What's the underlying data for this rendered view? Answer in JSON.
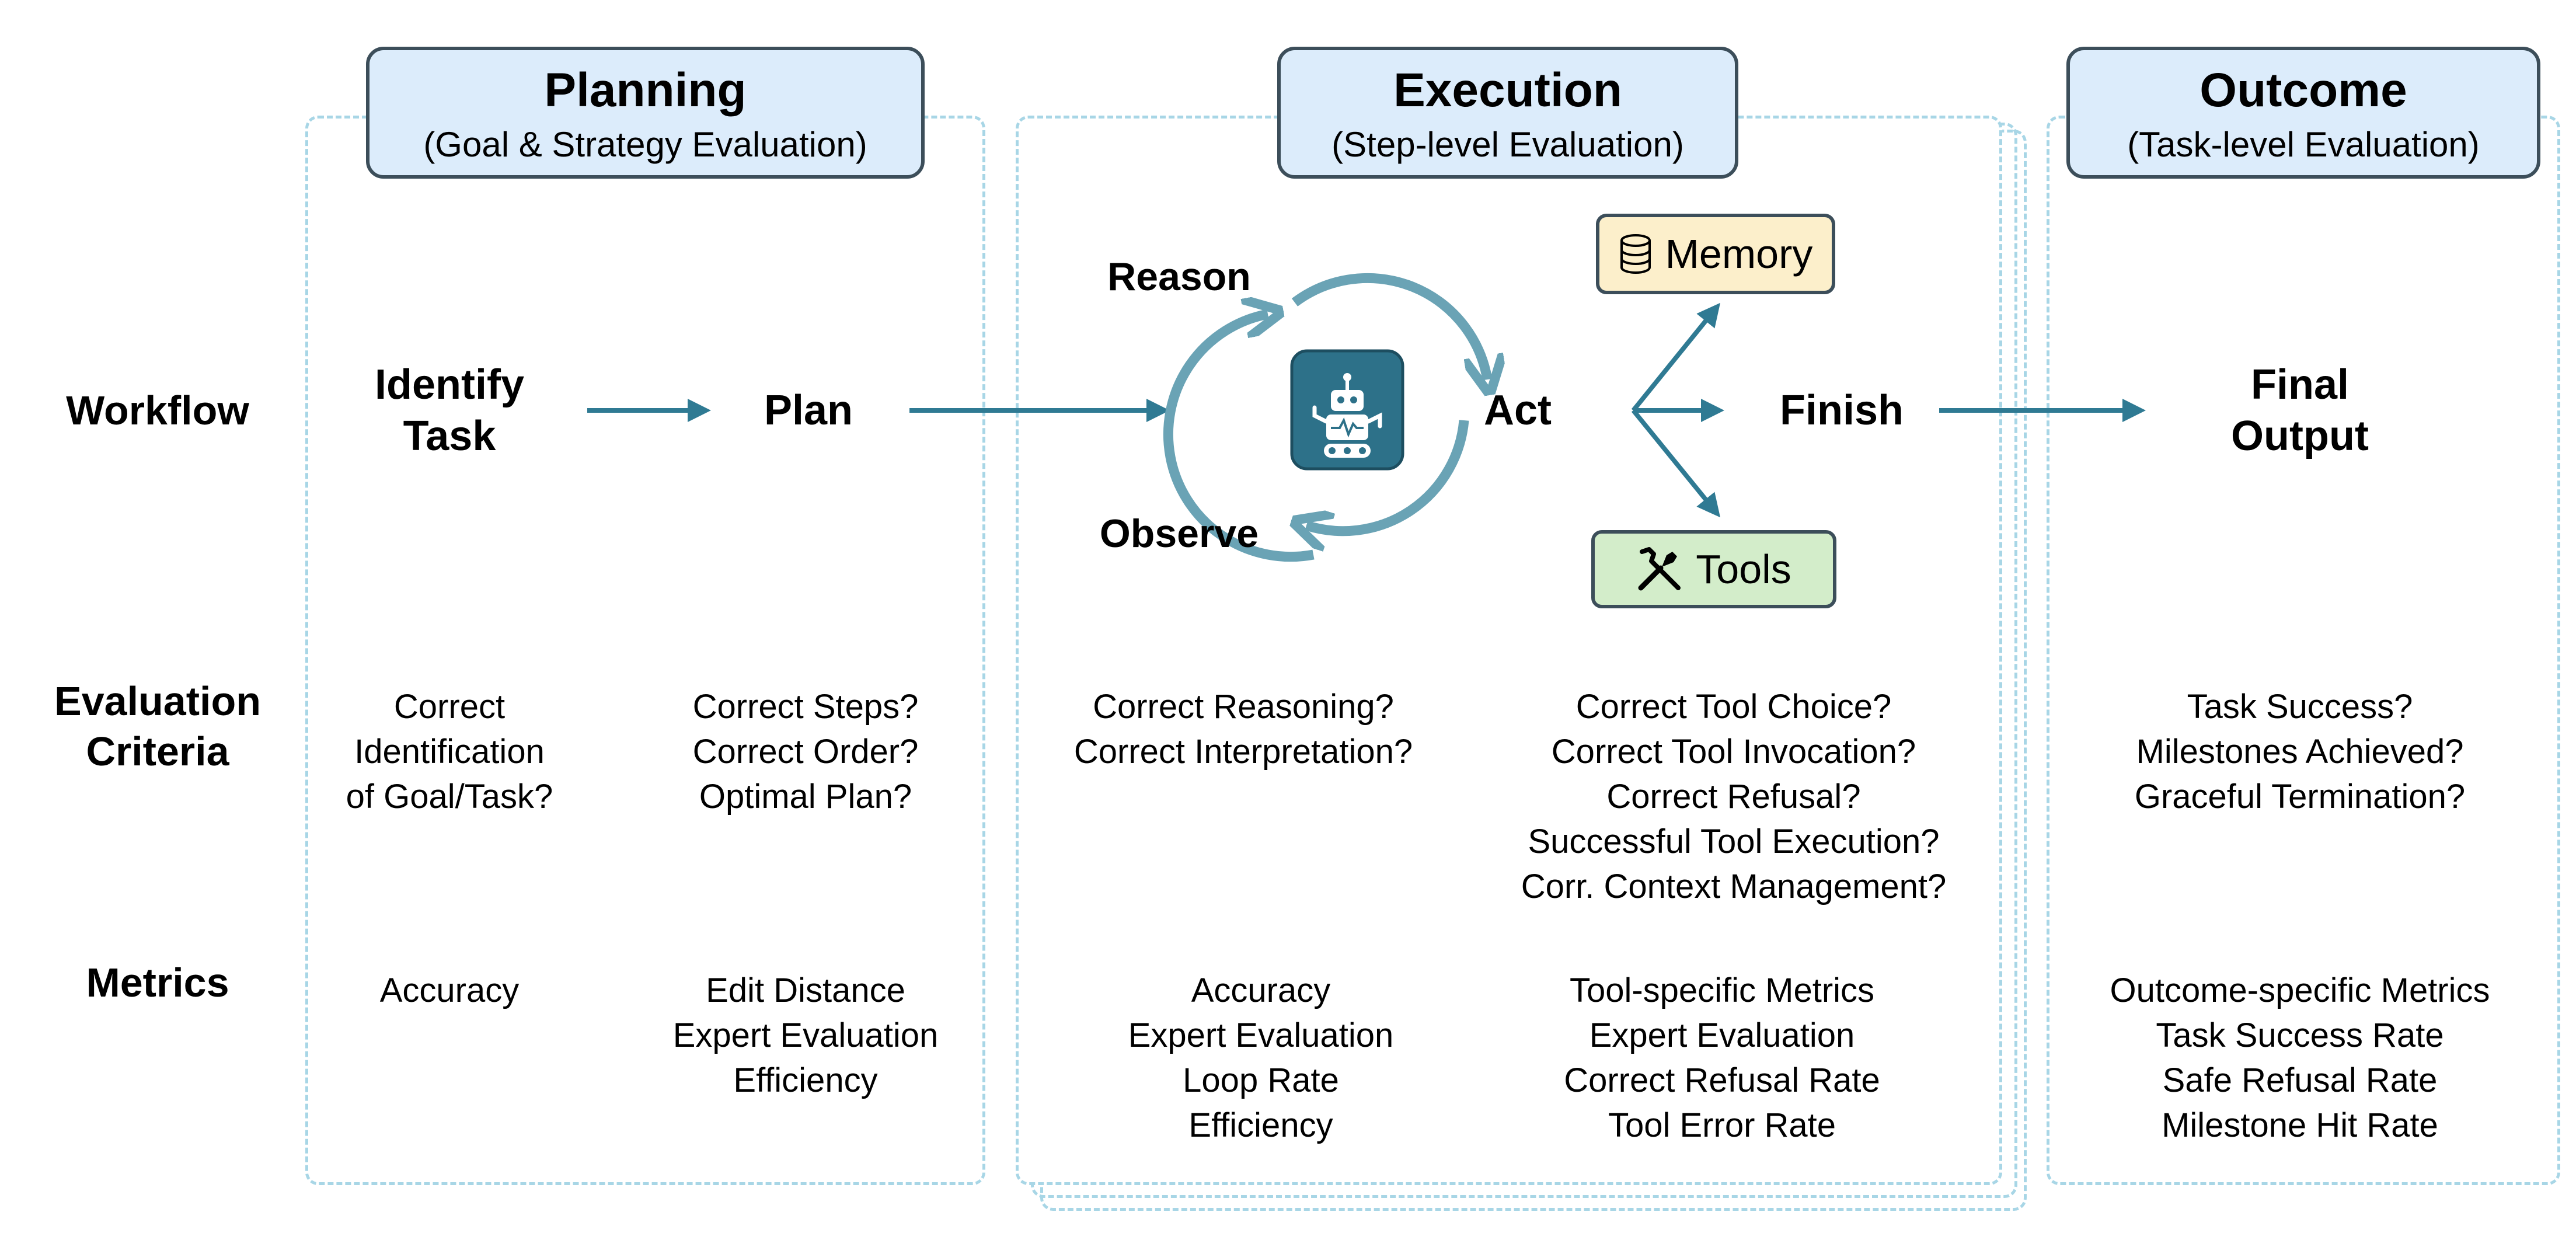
{
  "columns": [
    {
      "title": "Planning",
      "subtitle": "(Goal & Strategy Evaluation)"
    },
    {
      "title": "Execution",
      "subtitle": "(Step-level Evaluation)"
    },
    {
      "title": "Outcome",
      "subtitle": "(Task-level Evaluation)"
    }
  ],
  "row_labels": {
    "workflow": "Workflow",
    "criteria_1": "Evaluation",
    "criteria_2": "Criteria",
    "metrics": "Metrics"
  },
  "workflow": {
    "identify_1": "Identify",
    "identify_2": "Task",
    "plan": "Plan",
    "reason": "Reason",
    "observe": "Observe",
    "act": "Act",
    "finish": "Finish",
    "final_1": "Final",
    "final_2": "Output",
    "memory": "Memory",
    "tools": "Tools"
  },
  "criteria": {
    "identify": [
      "Correct",
      "Identification",
      "of Goal/Task?"
    ],
    "plan": [
      "Correct Steps?",
      "Correct Order?",
      "Optimal Plan?"
    ],
    "reason": [
      "Correct Reasoning?",
      "Correct Interpretation?"
    ],
    "act": [
      "Correct Tool Choice?",
      "Correct Tool Invocation?",
      "Correct Refusal?",
      "Successful Tool Execution?",
      "Corr. Context Management?"
    ],
    "outcome": [
      "Task Success?",
      "Milestones Achieved?",
      "Graceful Termination?"
    ]
  },
  "metrics": {
    "identify": [
      "Accuracy"
    ],
    "plan": [
      "Edit Distance",
      "Expert Evaluation",
      "Efficiency"
    ],
    "reason": [
      "Accuracy",
      "Expert Evaluation",
      "Loop Rate",
      "Efficiency"
    ],
    "act": [
      "Tool-specific Metrics",
      "Expert Evaluation",
      "Correct Refusal Rate",
      "Tool Error Rate"
    ],
    "outcome": [
      "Outcome-specific Metrics",
      "Task Success Rate",
      "Safe Refusal Rate",
      "Milestone Hit Rate"
    ]
  },
  "icons": {
    "memory": "database-icon",
    "tools": "wrench-screwdriver-icon",
    "agent": "robot-icon"
  },
  "colors": {
    "arrow": "#2f7a93",
    "cycle": "#6aa3b5",
    "panel_border": "#a8d6e6",
    "header_fill": "#dcecfb",
    "memory_fill": "#fcefcb",
    "tools_fill": "#d3edca",
    "robot_fill": "#2d7189"
  }
}
